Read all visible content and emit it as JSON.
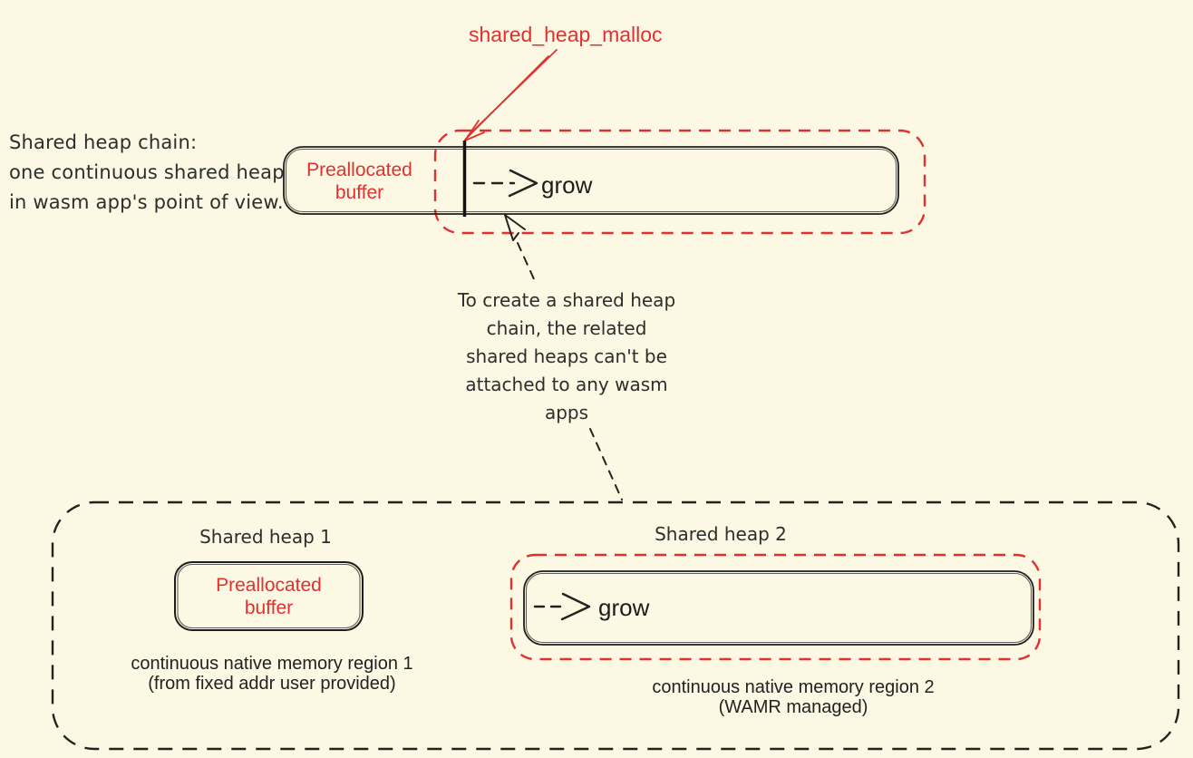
{
  "colors": {
    "background": "#FCF8E3",
    "accent_red": "#E03131",
    "line_ink": "#222222",
    "text_dark": "#2D2D2D"
  },
  "chain_figure": {
    "malloc_label": "shared_heap_malloc",
    "note_lines": [
      "Shared heap chain:",
      "one continuous shared heap",
      "in wasm app's point of view."
    ],
    "prealloc_lines": [
      "Preallocated",
      "buffer"
    ],
    "grow_label": "grow"
  },
  "annotation": {
    "lines": [
      "To create a shared heap",
      "chain, the related",
      "shared heaps can't be",
      "attached to any wasm",
      "apps"
    ]
  },
  "heap_group": {
    "heap1": {
      "title": "Shared heap 1",
      "prealloc_lines": [
        "Preallocated",
        "buffer"
      ],
      "caption_lines": [
        "continuous native memory region 1",
        "(from fixed addr user provided)"
      ]
    },
    "heap2": {
      "title": "Shared heap 2",
      "grow_label": "grow",
      "caption_lines": [
        "continuous native memory region 2",
        "(WAMR managed)"
      ]
    }
  }
}
